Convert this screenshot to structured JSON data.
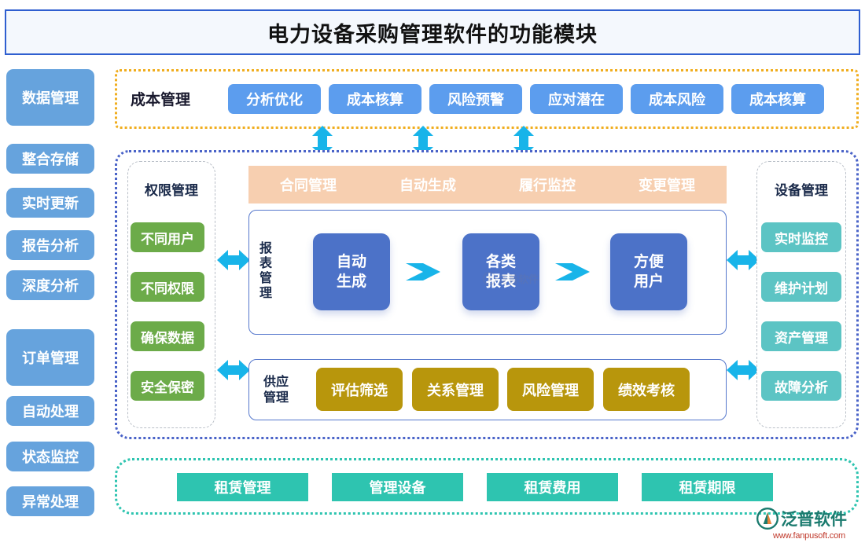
{
  "header": {
    "title": "电力设备采购管理软件的功能模块"
  },
  "sidebar": {
    "items": [
      {
        "label": "数据管理",
        "size": "tall"
      },
      {
        "label": "整合存储",
        "size": "short"
      },
      {
        "label": "实时更新",
        "size": "short"
      },
      {
        "label": "报告分析",
        "size": "short"
      },
      {
        "label": "深度分析",
        "size": "short"
      },
      {
        "label": "订单管理",
        "size": "tall"
      },
      {
        "label": "自动处理",
        "size": "short"
      },
      {
        "label": "状态监控",
        "size": "short"
      },
      {
        "label": "异常处理",
        "size": "short"
      }
    ]
  },
  "cost_section": {
    "label": "成本管理",
    "items": [
      "分析优化",
      "成本核算",
      "风险预警",
      "应对潜在",
      "成本风险",
      "成本核算"
    ]
  },
  "permission_section": {
    "title": "权限管理",
    "items": [
      "不同用户",
      "不同权限",
      "确保数据",
      "安全保密"
    ]
  },
  "contract_section": {
    "items": [
      "合同管理",
      "自动生成",
      "履行监控",
      "变更管理"
    ]
  },
  "report_section": {
    "label": "报表管理",
    "steps": [
      "自动\n生成",
      "各类\n报表",
      "方便\n用户"
    ],
    "step_lines": [
      [
        "自动",
        "生成"
      ],
      [
        "各类",
        "报表"
      ],
      [
        "方便",
        "用户"
      ]
    ]
  },
  "supply_section": {
    "label": "供应管理",
    "label_lines": [
      "供应",
      "管理"
    ],
    "items": [
      "评估筛选",
      "关系管理",
      "风险管理",
      "绩效考核"
    ]
  },
  "equipment_section": {
    "title": "设备管理",
    "items": [
      "实时监控",
      "维护计划",
      "资产管理",
      "故障分析"
    ]
  },
  "rental_section": {
    "items": [
      "租赁管理",
      "管理设备",
      "租赁费用",
      "租赁期限"
    ]
  },
  "logo": {
    "name": "泛普软件",
    "url": "www.fanpusoft.com"
  },
  "colors": {
    "title_border": "#2f5fd0",
    "sidebar_blue": "#66a3dd",
    "pill_blue": "#5c9dee",
    "green": "#6cab49",
    "teal": "#5cc4c4",
    "gold": "#b8960c",
    "rental_teal": "#2ec4b0",
    "contract_peach": "#f7cfb0",
    "indigo": "#4c72c8",
    "arrow_cyan": "#18b4e9",
    "dotted_orange": "#f0ad1e",
    "dotted_blue": "#4a63c8"
  }
}
